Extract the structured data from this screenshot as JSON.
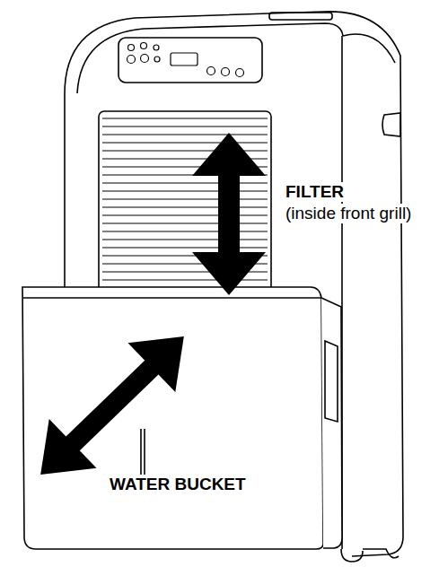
{
  "diagram": {
    "labels": [
      "FILTER",
      "(inside front grill)",
      "WATER BUCKET"
    ]
  }
}
